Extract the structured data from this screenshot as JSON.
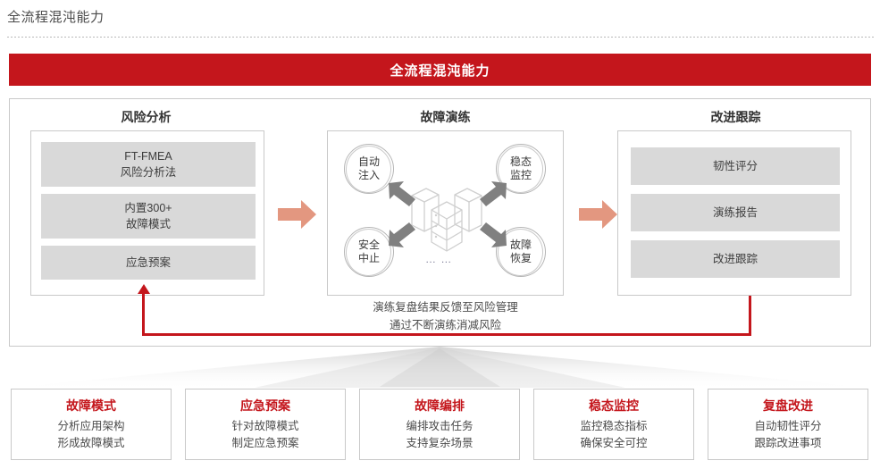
{
  "page": {
    "title": "全流程混沌能力"
  },
  "banner": {
    "title": "全流程混沌能力",
    "color": "#c4161c"
  },
  "columns": [
    {
      "title": "风险分析",
      "chips": [
        {
          "line1": "FT-FMEA",
          "line2": "风险分析法"
        },
        {
          "line1": "内置300+",
          "line2": "故障模式"
        },
        {
          "line1": "应急预案",
          "line2": ""
        }
      ]
    },
    {
      "title": "故障演练",
      "nodes": [
        {
          "line1": "自动",
          "line2": "注入"
        },
        {
          "line1": "稳态",
          "line2": "监控"
        },
        {
          "line1": "安全",
          "line2": "中止"
        },
        {
          "line1": "故障",
          "line2": "恢复"
        }
      ],
      "center_icon": "server-rack-icon",
      "ellipsis": "… …",
      "caption_line1": "演练复盘结果反馈至风险管理",
      "caption_line2": "通过不断演练消减风险"
    },
    {
      "title": "改进跟踪",
      "chips": [
        {
          "line1": "韧性评分",
          "line2": ""
        },
        {
          "line1": "演练报告",
          "line2": ""
        },
        {
          "line1": "改进跟踪",
          "line2": ""
        }
      ]
    }
  ],
  "connectors": {
    "arrow1": "right-arrow-icon",
    "arrow2": "right-arrow-icon",
    "arrow_color": "#e39780",
    "feedback_loop_color": "#c4161c"
  },
  "bottom_cards": [
    {
      "title": "故障模式",
      "line1": "分析应用架构",
      "line2": "形成故障模式"
    },
    {
      "title": "应急预案",
      "line1": "针对故障模式",
      "line2": "制定应急预案"
    },
    {
      "title": "故障编排",
      "line1": "编排攻击任务",
      "line2": "支持复杂场景"
    },
    {
      "title": "稳态监控",
      "line1": "监控稳态指标",
      "line2": "确保安全可控"
    },
    {
      "title": "复盘改进",
      "line1": "自动韧性评分",
      "line2": "跟踪改进事项"
    }
  ]
}
